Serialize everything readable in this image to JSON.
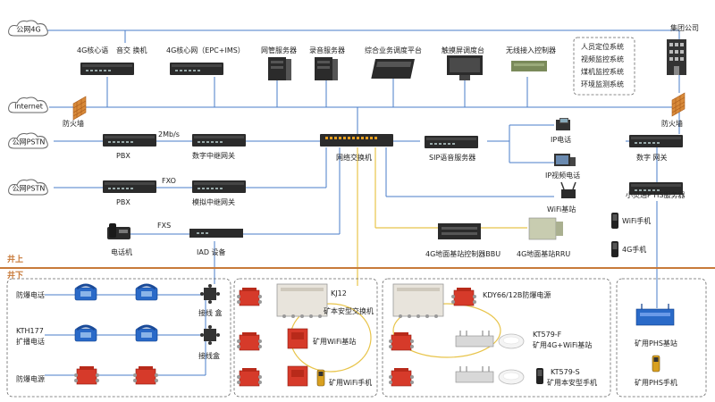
{
  "colors": {
    "blue_line": "#4a7cc8",
    "yellow_line": "#e8c44a",
    "divider": "#c87a3a",
    "device_dark": "#2b2b2b",
    "explosion_red": "#d63a2a",
    "phone_blue": "#2a6ac8",
    "firewall": "#d88a3a"
  },
  "clouds": {
    "public_4g": "公网4G",
    "internet": "Internet",
    "pstn_1": "公网PSTN",
    "pstn_2": "公网PSTN"
  },
  "top_row": {
    "core_4g_voice": "4G核心语",
    "voice_switch": "音交 换机",
    "core_4g_net": "4G核心网（EPC+IMS）",
    "network_mgmt": "网管服务器",
    "recording": "录音服务器",
    "dispatch_platform": "综合业务调度平台",
    "touch_dispatch": "触摸屏调度台",
    "wireless_ctrl": "无线接入控制器",
    "group_company": "集团公司"
  },
  "systems_box": [
    "人员定位系统",
    "视频监控系统",
    "煤机监控系统",
    "环境监测系统"
  ],
  "firewalls": {
    "left": "防火墙",
    "right": "防火墙"
  },
  "middle": {
    "rate": "2Mb/s",
    "pbx_1": "PBX",
    "digital_trunk": "数字中继网关",
    "fxo": "FXO",
    "pbx_2": "PBX",
    "analog_trunk": "模拟中继网关",
    "fxs": "FXS",
    "phone": "电话机",
    "iad": "IAD  设备",
    "net_switch": "网络交换机",
    "sip_server": "SIP语音服务器",
    "ip_phone": "IP电话",
    "ip_video_phone": "IP视频电话",
    "wifi_base": "WiFi基站",
    "bbu": "4G地面基站控制器BBU",
    "rru": "4G地面基站RRU",
    "digital_gateway": "数字  网关",
    "phs_server": "小灵通P  HS服务器",
    "wifi_handset": "WiFi手机",
    "handset_4g": "4G手机"
  },
  "divider": {
    "above": "井上",
    "below": "井下"
  },
  "underground": {
    "explosion_phone": "防爆电话",
    "kth177": "KTH177",
    "broadcast_phone": "扩播电话",
    "explosion_power": "防爆电源",
    "junction_box_1": "接线  盒",
    "junction_box_2": "接线盒",
    "kj12": "KJ12",
    "mine_switch": "矿本安型交换机",
    "mine_wifi_base": "矿用WiFi基站",
    "mine_wifi_handset": "矿用WiFi手机",
    "kdy66": "KDY66/12B防爆电源",
    "kt579f": "KT579-F",
    "mine_4g_wifi_base": "矿用4G+WiFi基站",
    "kt579s": "KT579-S",
    "mine_safe_handset": "矿用本安型手机",
    "mine_phs_base": "矿用PHS基站",
    "mine_phs_handset": "矿用PHS手机"
  }
}
